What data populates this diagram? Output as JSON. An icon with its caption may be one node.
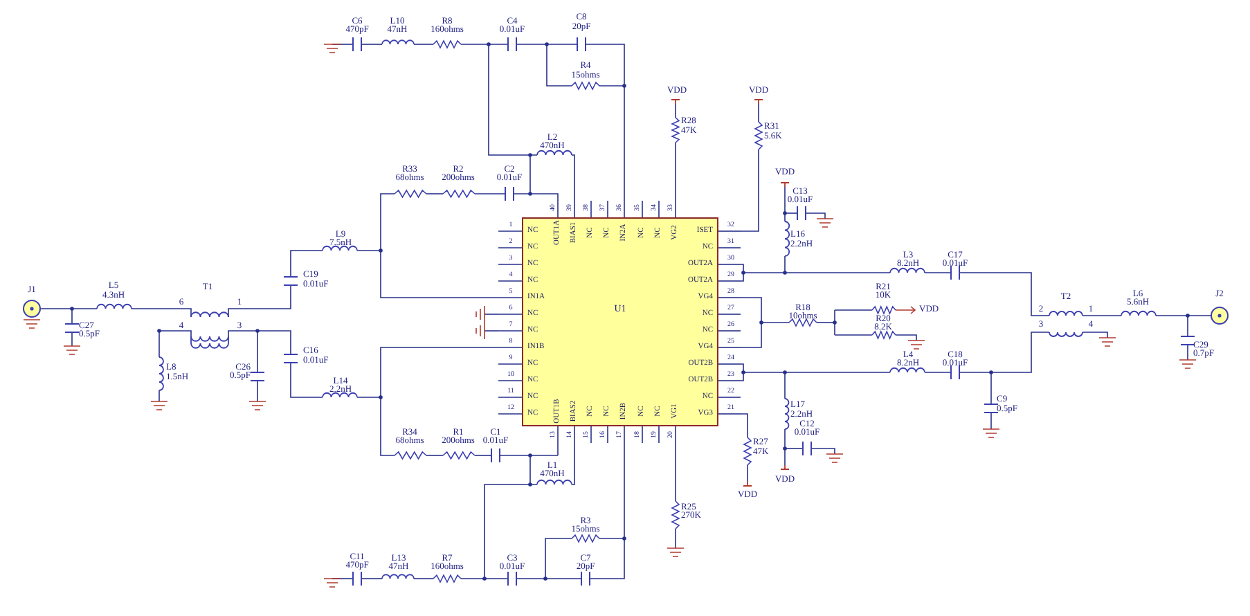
{
  "diagram": {
    "nodes": [
      {
        "text": [
          "U1"
        ]
      }
    ],
    "labels": [
      "C6",
      "470pF",
      "L10",
      "47nH",
      "R8",
      "160ohms",
      "C4",
      "0.01uF",
      "C8",
      "20pF",
      "R4",
      "15ohms",
      "VDD",
      "VDD",
      "R28",
      "47K",
      "R31",
      "5.6K",
      "L2",
      "470nH",
      "R33",
      "68ohms",
      "R2",
      "200ohms",
      "C2",
      "0.01uF",
      "VDD",
      "C13",
      "0.01uF",
      "L9",
      "7.5nH",
      "L16",
      "2.2nH",
      "L3",
      "8.2nH",
      "C17",
      "0.01uF",
      "C19",
      "0.01uF",
      "J1",
      "T1",
      "L5",
      "4.3nH",
      "R21",
      "10K",
      "T2",
      "L6",
      "5.6nH",
      "J2",
      "6",
      "1",
      "R18",
      "10ohms",
      "VDD",
      "R20",
      "8.2K",
      "2",
      "1",
      "C27",
      "0.5pF",
      "4",
      "3",
      "3",
      "4",
      "C29",
      "0.7pF",
      "C16",
      "0.01uF",
      "L4",
      "8.2nH",
      "C18",
      "0.01uF",
      "L8",
      "1.5nH",
      "C26",
      "0.5pF",
      "L14",
      "2.2nH",
      "C9",
      "0.5pF",
      "L17",
      "2.2nH",
      "C12",
      "0.01uF",
      "R34",
      "68ohms",
      "R1",
      "200ohms",
      "C1",
      "0.01uF",
      "R27",
      "47K",
      "L1",
      "470nH",
      "VDD",
      "VDD",
      "R25",
      "270K",
      "R3",
      "15ohms",
      "C11",
      "470pF",
      "L13",
      "47nH",
      "R7",
      "160ohms",
      "C3",
      "0.01uF",
      "C7",
      "20pF",
      "NC",
      "NC",
      "NC",
      "NC",
      "IN1A",
      "NC",
      "NC",
      "IN1B",
      "NC",
      "NC",
      "NC",
      "NC",
      "OUT1B",
      "BIAS2",
      "NC",
      "NC",
      "IN2B",
      "NC",
      "NC",
      "VG1",
      "VG3",
      "NC",
      "OUT2B",
      "OUT2B",
      "VG4",
      "NC",
      "NC",
      "VG4",
      "OUT2A",
      "OUT2A",
      "NC",
      "ISET",
      "VG2",
      "NC",
      "NC",
      "IN2A",
      "NC",
      "NC",
      "BIAS1",
      "OUT1A",
      "1",
      "2",
      "3",
      "4",
      "5",
      "6",
      "7",
      "8",
      "9",
      "10",
      "11",
      "12",
      "13",
      "14",
      "15",
      "16",
      "17",
      "18",
      "19",
      "20",
      "21",
      "22",
      "23",
      "24",
      "25",
      "26",
      "27",
      "28",
      "29",
      "30",
      "31",
      "32",
      "33",
      "34",
      "35",
      "36",
      "37",
      "38",
      "39",
      "40"
    ]
  }
}
